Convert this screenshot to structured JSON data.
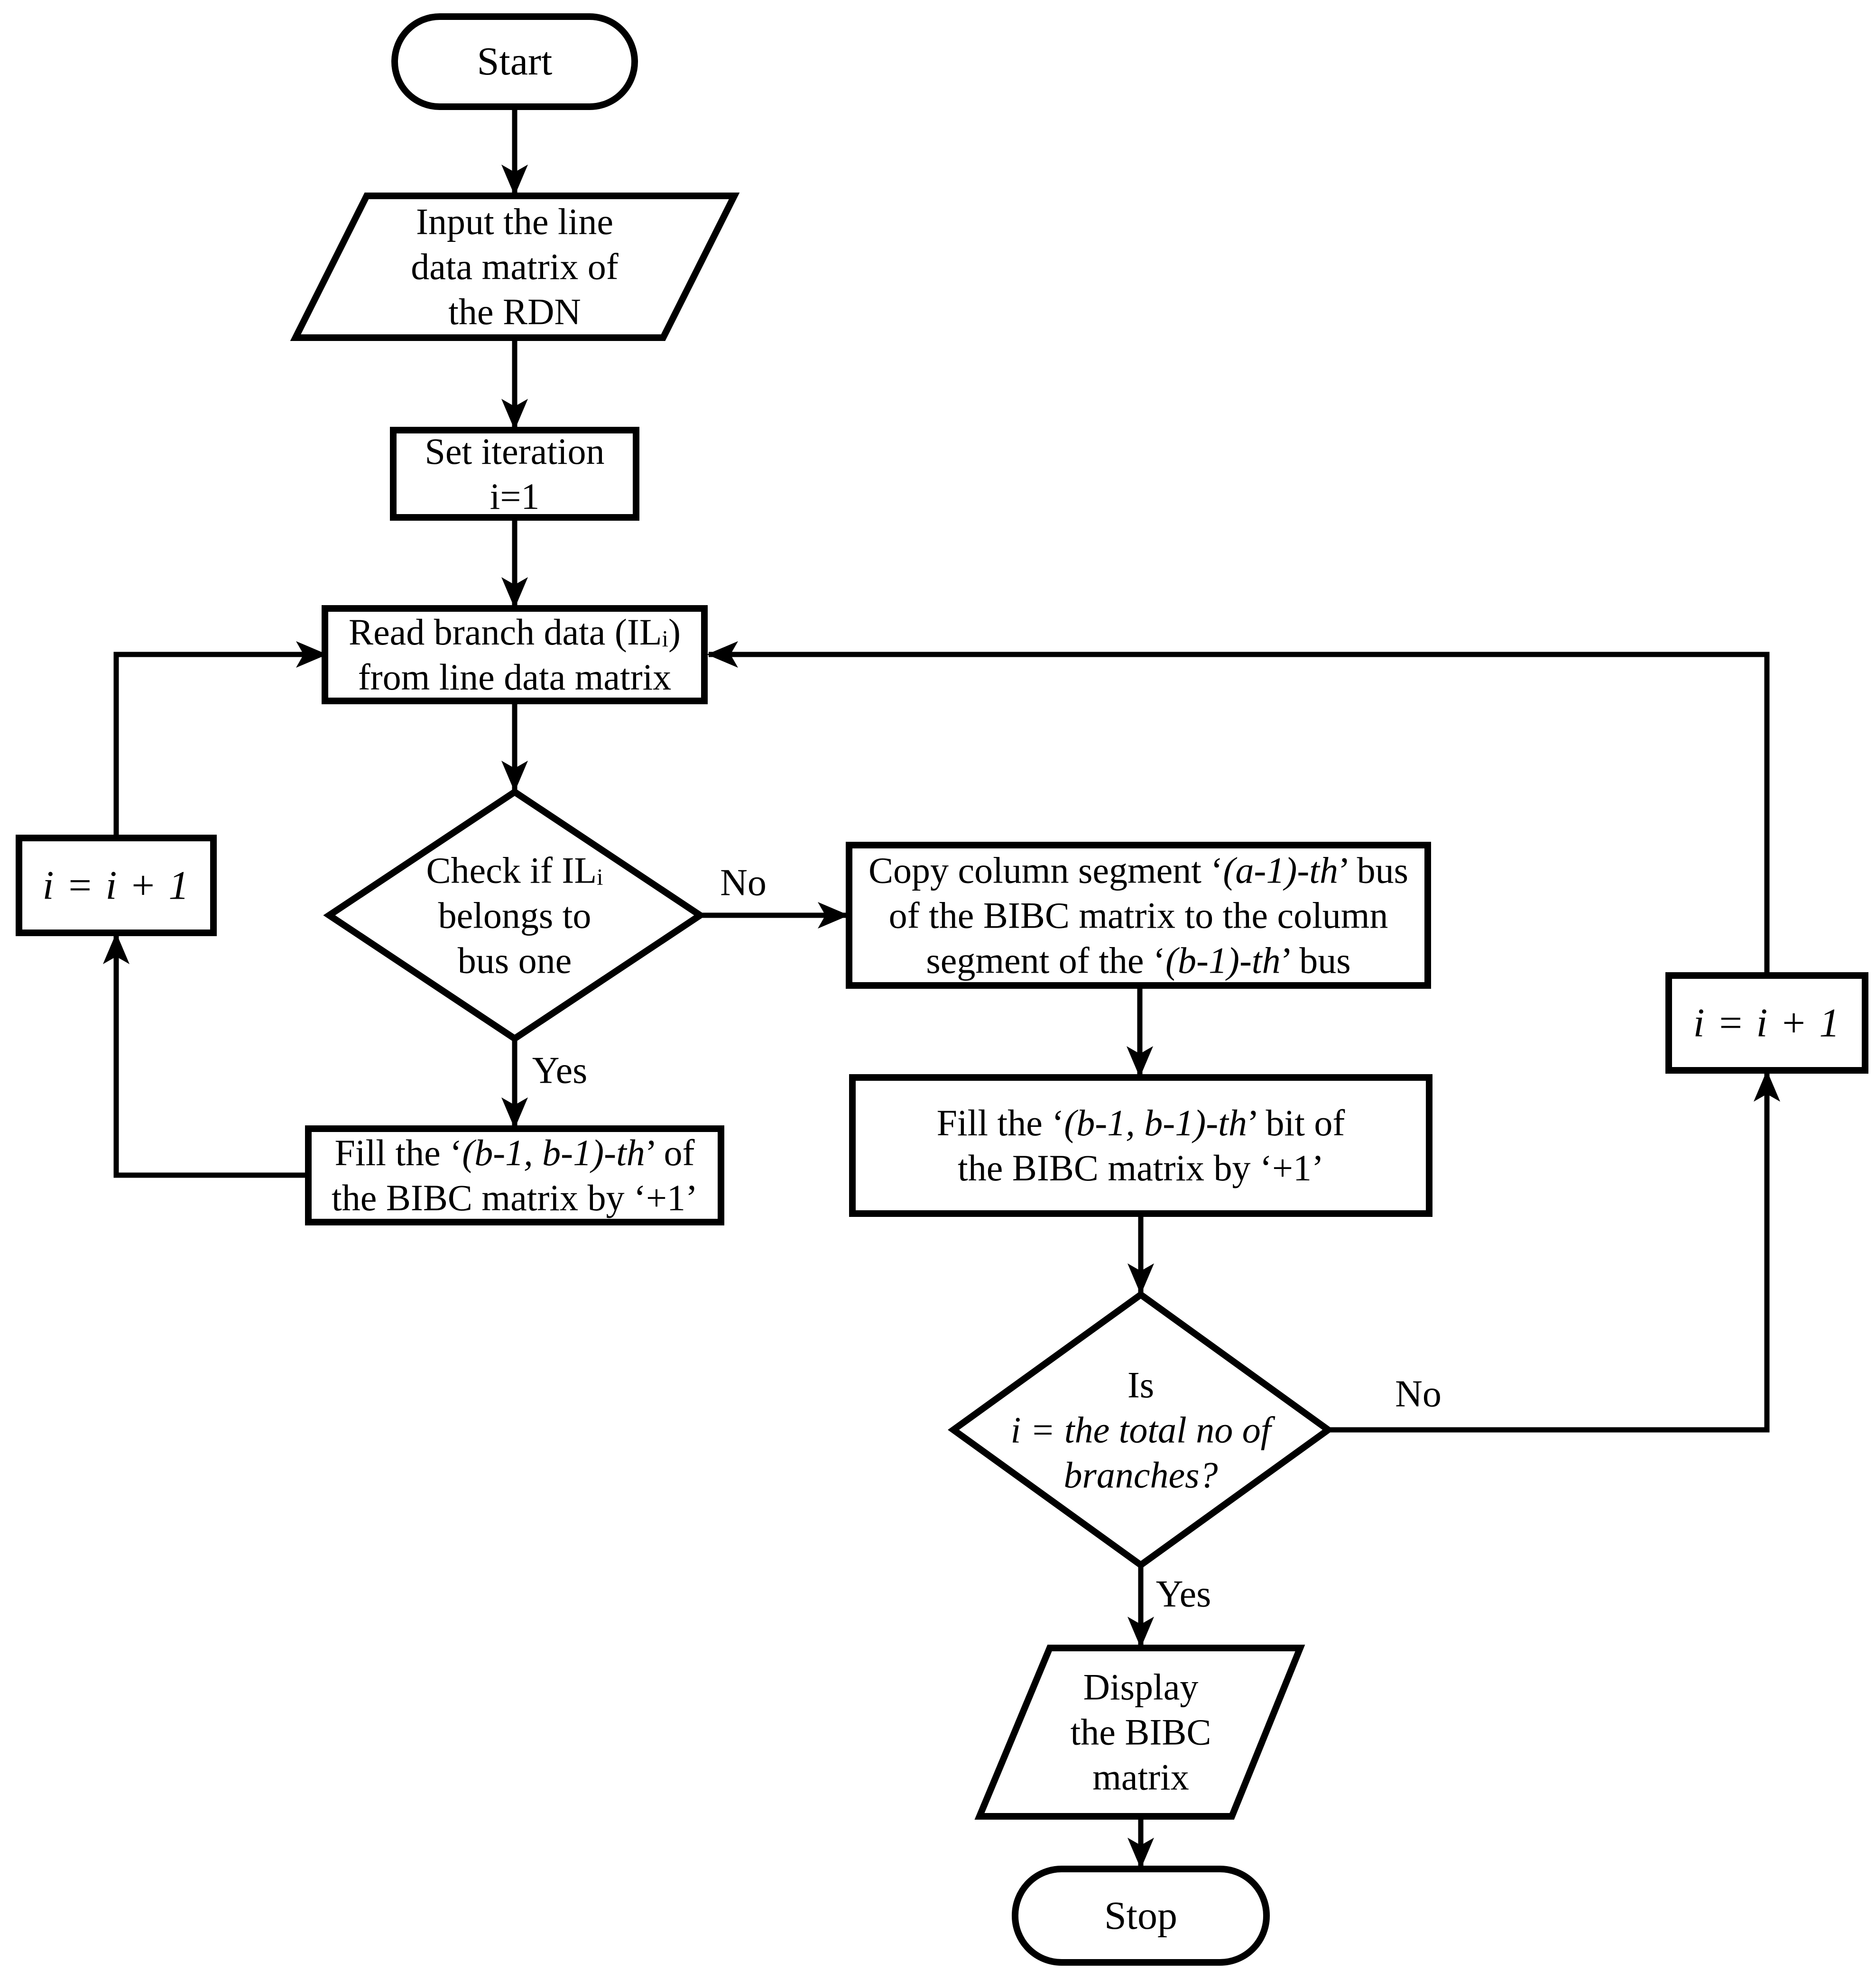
{
  "page": {
    "background": "#ffffff",
    "ink": "#000000"
  },
  "flowchart": {
    "nodes": {
      "start": {
        "type": "terminator",
        "label": "Start"
      },
      "input_line_data": {
        "type": "io",
        "l1": "Input the line",
        "l2": "data matrix of",
        "l3": "the RDN"
      },
      "set_iteration": {
        "type": "process",
        "l1": "Set iteration",
        "l2": "i=1"
      },
      "read_branch_data": {
        "type": "process",
        "l1a": "Read branch data (IL",
        "l1sub": "i",
        "l1b": ")",
        "l2": "from line data matrix"
      },
      "check_bus_one": {
        "type": "decision",
        "l1a": "Check if IL",
        "l1sub": "i",
        "l2": "belongs to",
        "l3": "bus one"
      },
      "increment_left": {
        "type": "process",
        "label": "i = i + 1"
      },
      "fill_bibc_left": {
        "type": "process",
        "l1a": "Fill the ‘",
        "l1b": "(b-1, b-1)-th",
        "l1c": "’ of",
        "l2": "the BIBC matrix by ‘+1’"
      },
      "copy_column_segment": {
        "type": "process",
        "l1a": "Copy column segment ‘",
        "l1b": "(a-1)-th",
        "l1c": "’ bus",
        "l2": "of the BIBC matrix to the column",
        "l3a": "segment of the ‘",
        "l3b": "(b-1)-th",
        "l3c": "’ bus"
      },
      "fill_bibc_right": {
        "type": "process",
        "l1a": "Fill the ‘",
        "l1b": "(b-1, b-1)-th",
        "l1c": "’ bit of",
        "l2": "the BIBC matrix by ‘+1’"
      },
      "check_total_branches": {
        "type": "decision",
        "l1": "Is",
        "l2": "i = the total no of",
        "l3": "branches?"
      },
      "increment_right": {
        "type": "process",
        "label": "i = i + 1"
      },
      "display_bibc": {
        "type": "io",
        "l1": "Display",
        "l2": "the BIBC",
        "l3": "matrix"
      },
      "stop": {
        "type": "terminator",
        "label": "Stop"
      }
    },
    "edge_labels": {
      "check_bus_yes": "Yes",
      "check_bus_no": "No",
      "check_total_yes": "Yes",
      "check_total_no": "No"
    }
  }
}
